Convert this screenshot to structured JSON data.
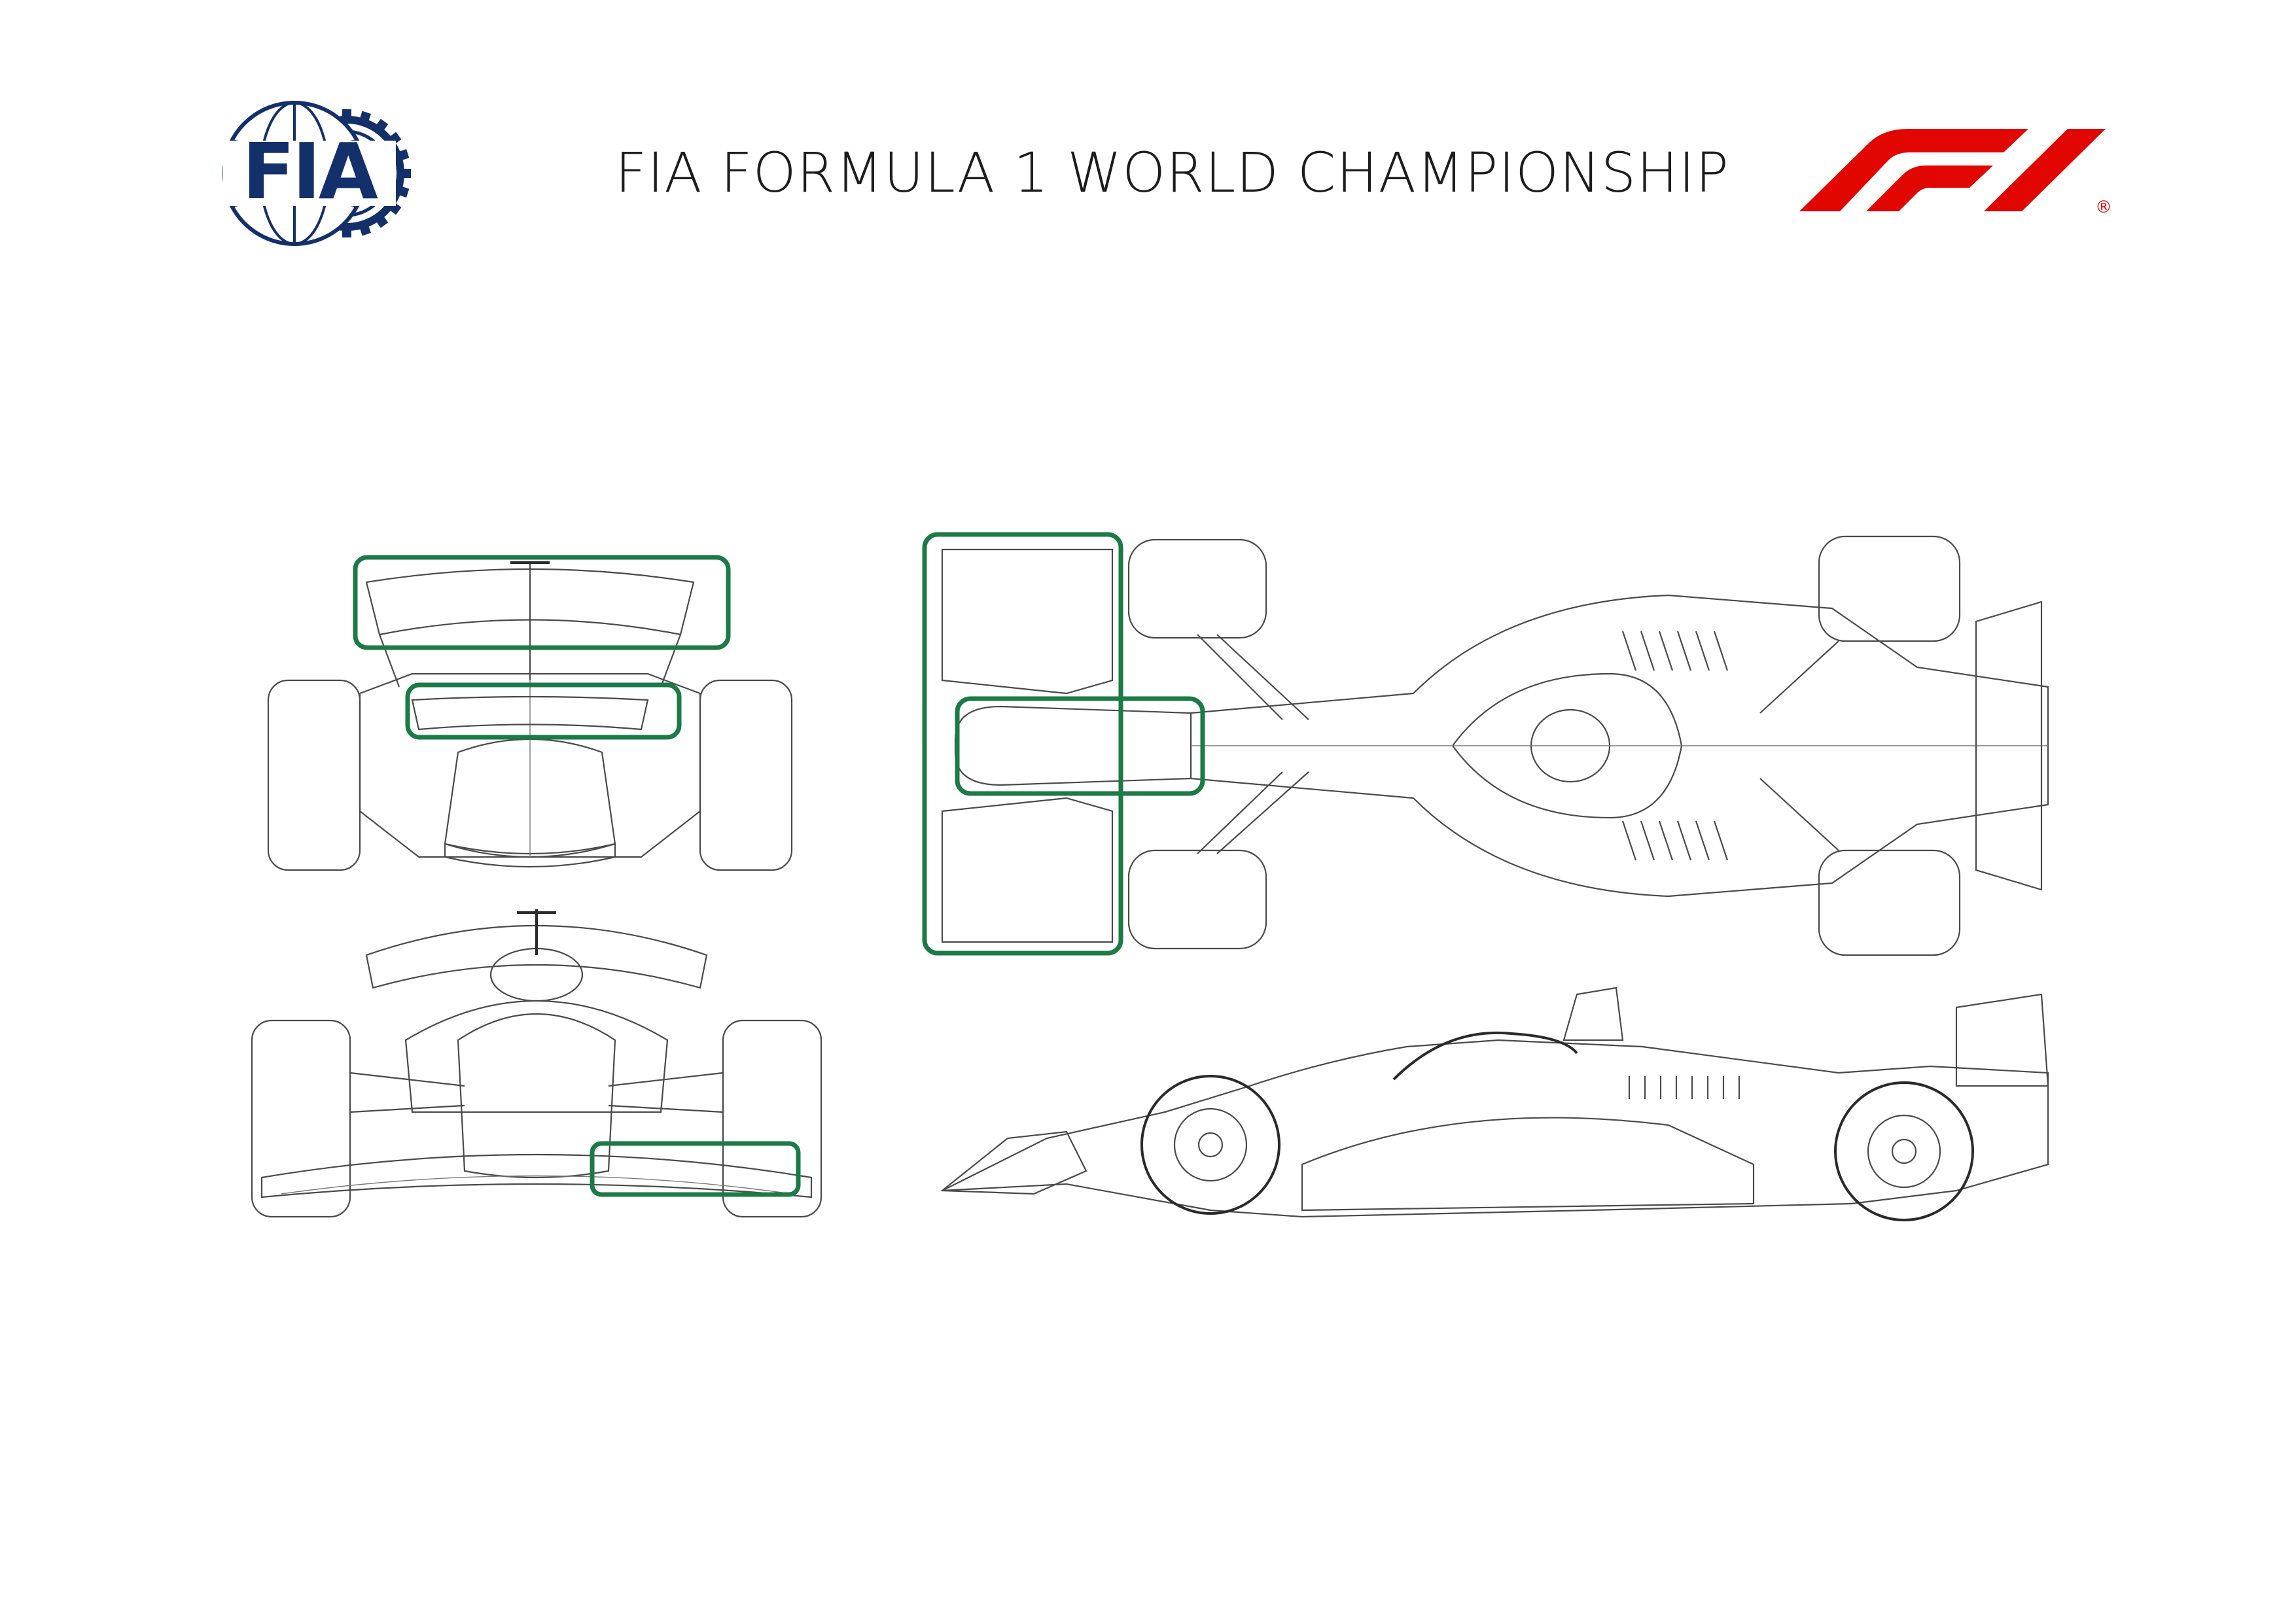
{
  "header": {
    "title": "FIA FORMULA 1 WORLD CHAMPIONSHIP",
    "fia_logo_text": "FIA",
    "f1_logo_text": "F1"
  },
  "colors": {
    "highlight": "#1b7a45",
    "fia_blue": "#14306b",
    "f1_red": "#e10600",
    "line": "#4a4a4a",
    "shade": "#d9d9d9"
  },
  "icons": {
    "fia": "fia-logo-icon",
    "f1": "f1-logo-icon"
  },
  "views": [
    "rear-view",
    "front-view",
    "top-view",
    "side-view"
  ]
}
